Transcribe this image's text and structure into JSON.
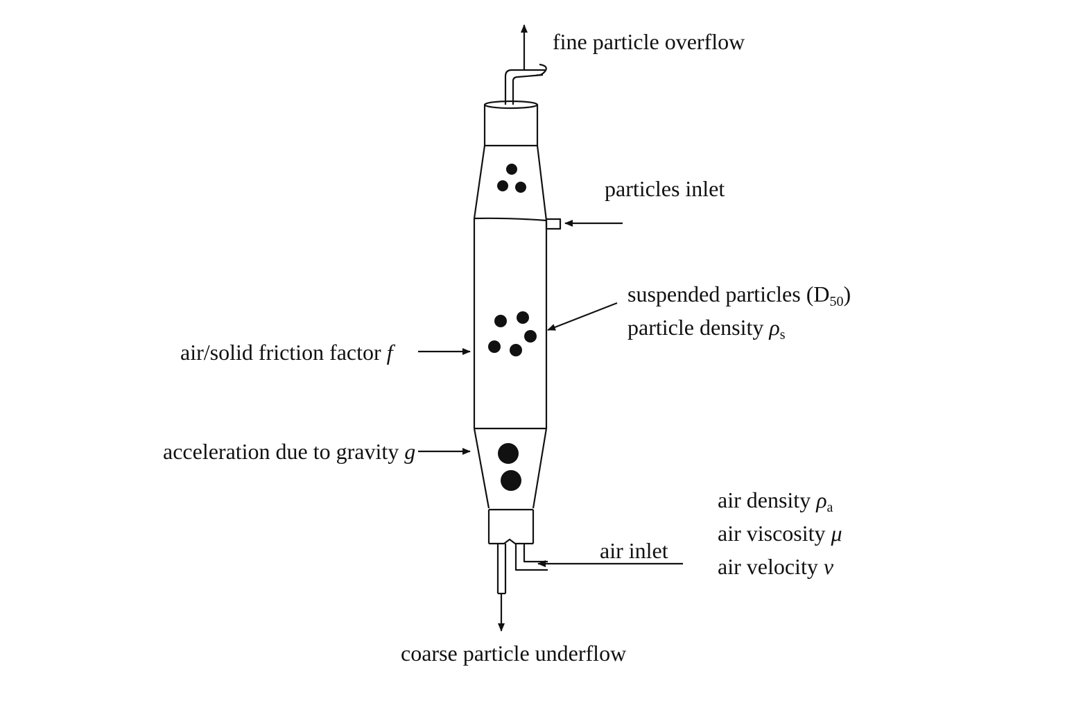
{
  "labels": {
    "fine_overflow": "fine particle overflow",
    "particles_inlet": "particles inlet",
    "suspended_prefix": "suspended particles (D",
    "suspended_sub": "50",
    "suspended_suffix": ")",
    "density_prefix": "particle density ",
    "density_symbol": "ρ",
    "density_sub": "s",
    "friction_prefix": "air/solid friction factor ",
    "friction_symbol": "f",
    "gravity_prefix": "acceleration due to gravity ",
    "gravity_symbol": "g",
    "air_density_prefix": "air density ",
    "air_density_symbol": "ρ",
    "air_density_sub": "a",
    "air_viscosity_prefix": "air viscosity ",
    "air_viscosity_symbol": "μ",
    "air_velocity_prefix": "air velocity ",
    "air_velocity_symbol": "v",
    "air_inlet": "air inlet",
    "coarse_underflow": "coarse particle underflow"
  },
  "colors": {
    "ink": "#111111",
    "background": "#ffffff"
  }
}
